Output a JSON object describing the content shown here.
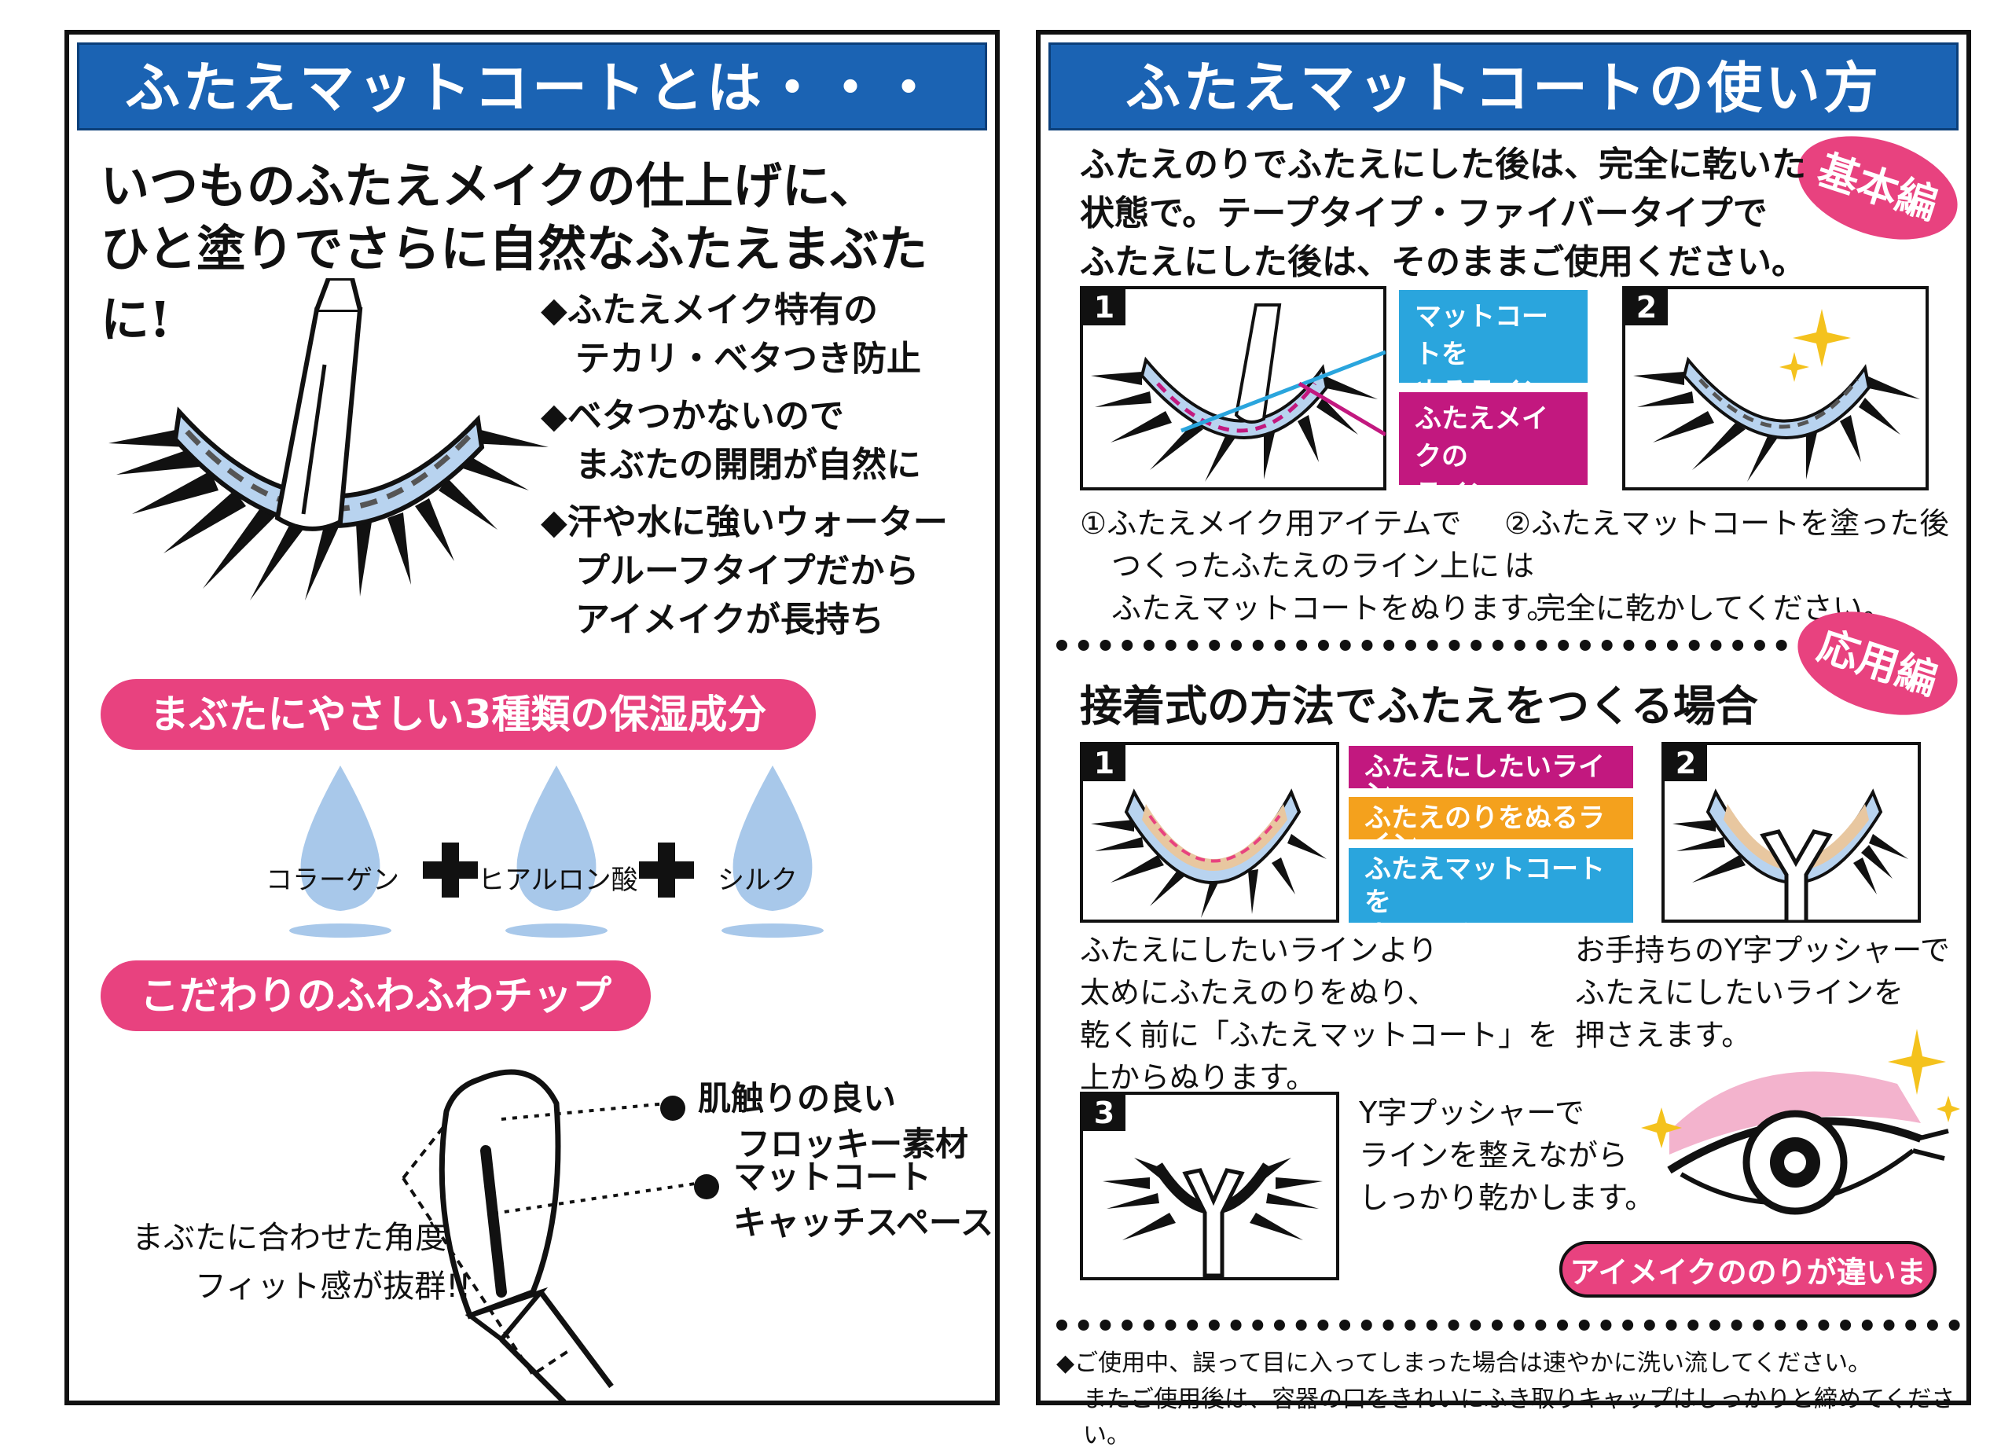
{
  "left": {
    "header": "ふたえマットコートとは・・・",
    "lead": [
      "いつものふたえメイクの仕上げに、",
      "ひと塗りでさらに自然なふたえまぶたに!"
    ],
    "features": [
      [
        "◆ふたえメイク特有の",
        "テカリ・ベタつき防止"
      ],
      [
        "◆ベタつかないので",
        "まぶたの開閉が自然に"
      ],
      [
        "◆汗や水に強いウォーター",
        "プルーフタイプだから",
        "アイメイクが長持ち"
      ]
    ],
    "moisture_title": "まぶたにやさしい3種類の保湿成分",
    "ingredients": [
      "コラーゲン",
      "ヒアルロン酸",
      "シルク"
    ],
    "chip_title": "こだわりのふわふわチップ",
    "chip_labels": [
      [
        "肌触りの良い",
        "フロッキー素材"
      ],
      [
        "マットコート",
        "キャッチスペース"
      ]
    ],
    "angle_label": [
      "まぶたに合わせた角度",
      "フィット感が抜群!!"
    ]
  },
  "right": {
    "header": "ふたえマットコートの使い方",
    "basic_badge": "基本編",
    "basic_lead": [
      "ふたえのりでふたえにした後は、完全に乾いた",
      "状態で。テープタイプ・ファイバータイプで",
      "ふたえにした後は、そのままご使用ください。"
    ],
    "basic_steps": [
      {
        "num": "1",
        "callouts": [
          "マットコートを\nぬるライン",
          "ふたえメイクの\nライン"
        ]
      },
      {
        "num": "2"
      }
    ],
    "basic_captions": [
      [
        "①ふたえメイク用アイテムで",
        "つくったふたえのライン上に",
        "ふたえマットコートをぬります。"
      ],
      [
        "②ふたえマットコートを塗った後は",
        "完全に乾かしてください。"
      ]
    ],
    "applied_badge": "応用編",
    "applied_title": "接着式の方法でふたえをつくる場合",
    "applied_steps": [
      {
        "num": "1",
        "callouts": [
          "ふたえにしたいライン",
          "ふたえのりをぬるライン",
          "ふたえマットコートを\nぬるライン"
        ]
      },
      {
        "num": "2"
      },
      {
        "num": "3"
      }
    ],
    "applied_captions": [
      [
        "ふたえにしたいラインより",
        "太めにふたえのりをぬり、",
        "乾く前に「ふたえマットコート」を",
        "上からぬります。"
      ],
      [
        "お手持ちのY字プッシャーで",
        "ふたえにしたいラインを",
        "押さえます。"
      ],
      [
        "Y字プッシャーで",
        "ラインを整えながら",
        "しっかり乾かします。"
      ]
    ],
    "eye_tag": "アイメイクののりが違います。",
    "notes": [
      "◆ご使用中、誤って目に入ってしまった場合は速やかに洗い流してください。",
      "またご使用後は、容器の口をきれいにふき取りキャップはしっかりと締めてください。"
    ]
  },
  "colors": {
    "header_blue": "#1b63b3",
    "pink": "#e8427f",
    "callout_blue": "#2aa5dd",
    "callout_magenta": "#c2187f",
    "callout_orange": "#f4a11d",
    "drop_blue": "#a8c8ea"
  }
}
